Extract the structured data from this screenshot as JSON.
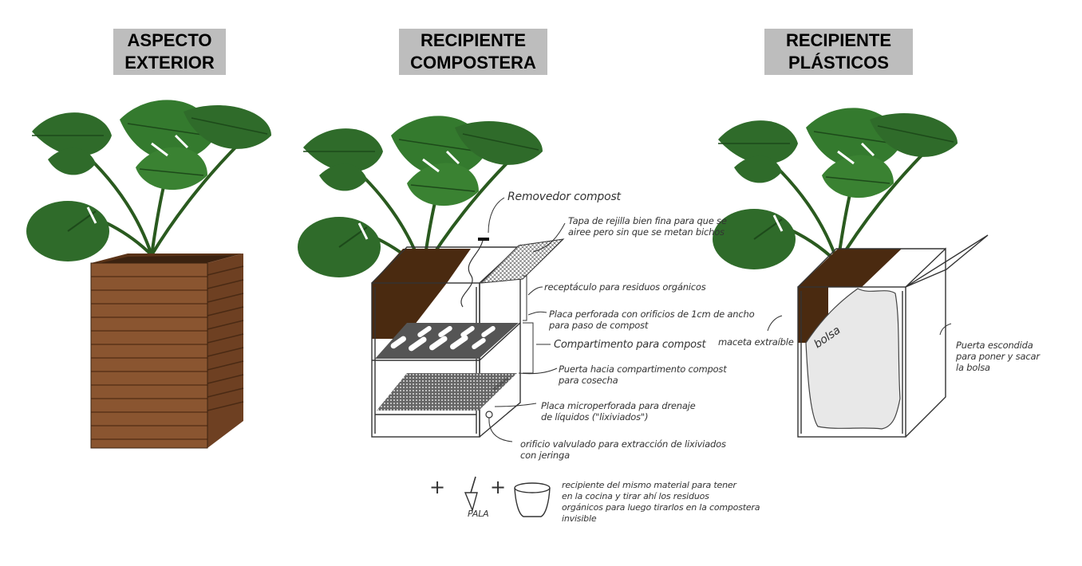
{
  "titles": {
    "exterior": "ASPECTO\nEXTERIOR",
    "compostera": "RECIPIENTE\nCOMPOSTERA",
    "plasticos": "RECIPIENTE\nPLÁSTICOS"
  },
  "compostera_labels": {
    "removedor": "Removedor compost",
    "tapa": "Tapa de rejilla bien fina para que se\nairee pero sin que se metan bichos",
    "receptaculo": "receptáculo para residuos orgánicos",
    "placa_perforada": "Placa perforada con orificios de 1cm de ancho\npara paso de compost",
    "compartimento": "Compartimento para compost",
    "puerta": "Puerta hacia compartimento compost\npara cosecha",
    "placa_micro": "Placa microperforada para drenaje\nde líquidos (\"lixiviados\")",
    "orificio": "orificio valvulado para extracción de lixiviados\ncon jeringa",
    "pala": "PALA",
    "recipiente": "recipiente del mismo material para tener\nen la cocina y tirar ahí los residuos\norgánicos para luego tirarlos en la compostera\ninvisible",
    "plus": "+"
  },
  "plasticos_labels": {
    "maceta": "maceta extraíble",
    "bolsa": "bolsa",
    "puerta": "Puerta escondida\npara poner y sacar\nla bolsa"
  },
  "colors": {
    "title_bg": "#bdbdbd",
    "leaf": "#2f6b2a",
    "leaf_dark": "#1d4a1a",
    "wood": "#8a5530",
    "soil": "#4a2a10"
  }
}
